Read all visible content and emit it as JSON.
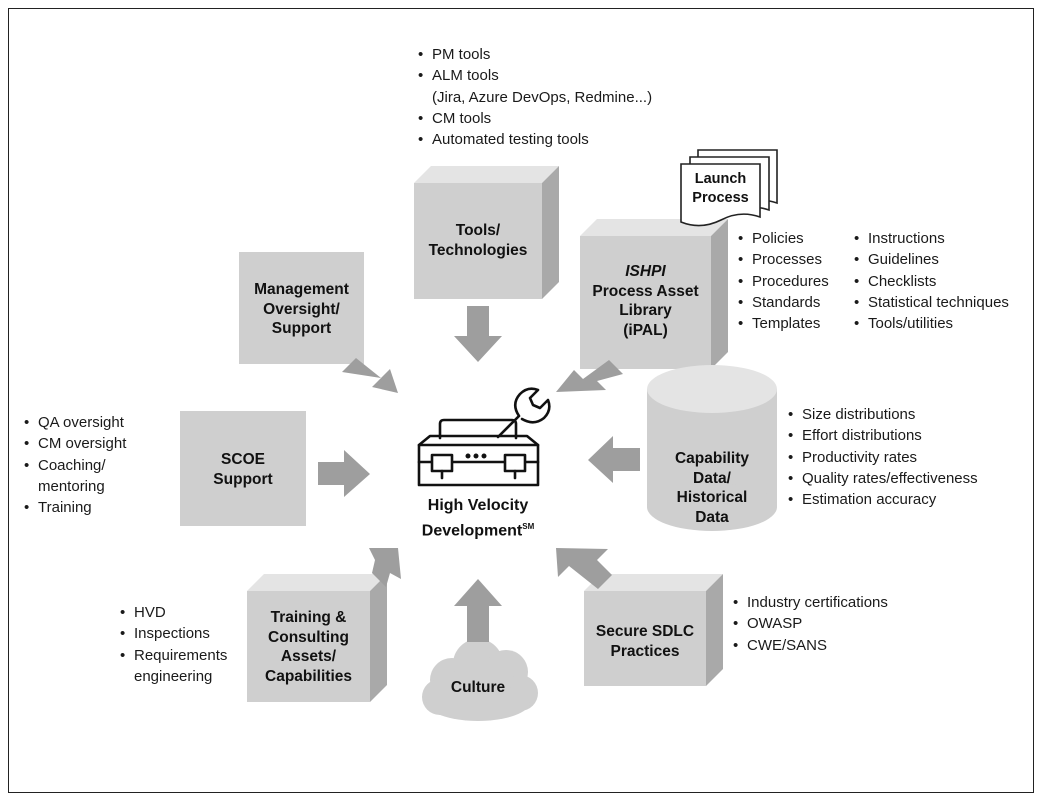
{
  "center": {
    "label_line1": "High Velocity",
    "label_line2": "Development",
    "label_sup": "SM"
  },
  "colors": {
    "box_front": "#cfcfcf",
    "box_top": "#e4e4e4",
    "box_side": "#a9a9a9",
    "arrow": "#9e9e9e",
    "outline": "#222222"
  },
  "nodes": {
    "tools": {
      "lines": [
        "Tools/",
        "Technologies"
      ]
    },
    "ipal": {
      "italic": "ISHPI",
      "lines": [
        "Process Asset",
        "Library",
        "(iPAL)"
      ]
    },
    "management": {
      "lines": [
        "Management",
        "Oversight/",
        "Support"
      ]
    },
    "scoe": {
      "lines": [
        "SCOE",
        "Support"
      ]
    },
    "capability": {
      "lines": [
        "Capability",
        "Data/",
        "Historical",
        "Data"
      ]
    },
    "training": {
      "lines": [
        "Training &",
        "Consulting",
        "Assets/",
        "Capabilities"
      ]
    },
    "secure": {
      "lines": [
        "Secure SDLC",
        "Practices"
      ]
    },
    "culture": {
      "lines": [
        "Culture"
      ]
    },
    "launch": {
      "lines": [
        "Launch",
        "Process"
      ]
    }
  },
  "lists": {
    "tools": [
      "PM tools",
      "ALM tools",
      "(Jira, Azure DevOps, Redmine...)",
      "CM tools",
      "Automated testing tools"
    ],
    "ipal_col1": [
      "Policies",
      "Processes",
      "Procedures",
      "Standards",
      "Templates"
    ],
    "ipal_col2": [
      "Instructions",
      "Guidelines",
      "Checklists",
      "Statistical techniques",
      "Tools/utilities"
    ],
    "scoe": [
      "QA oversight",
      "CM oversight",
      "Coaching/",
      "mentoring",
      "Training"
    ],
    "capability": [
      "Size distributions",
      "Effort distributions",
      "Productivity rates",
      "Quality rates/effectiveness",
      "Estimation accuracy"
    ],
    "training": [
      "HVD",
      "Inspections",
      "Requirements",
      "engineering"
    ],
    "secure": [
      "Industry certifications",
      "OWASP",
      "CWE/SANS"
    ]
  }
}
